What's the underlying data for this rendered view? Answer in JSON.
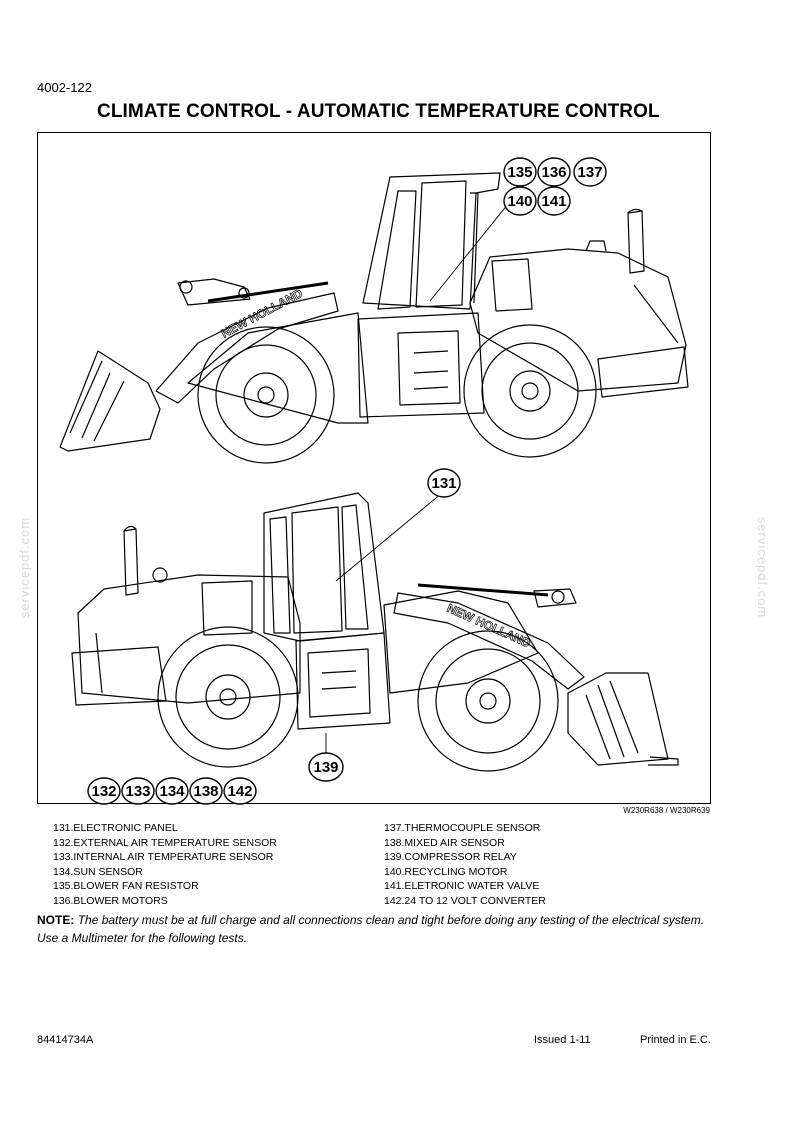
{
  "header": {
    "doc_code": "4002-122",
    "title": "CLIMATE CONTROL - AUTOMATIC TEMPERATURE CONTROL"
  },
  "figure": {
    "brand_text": "NEW HOLLAND",
    "reference": "W230R638 / W230R639",
    "callouts_top": [
      "135",
      "136",
      "137",
      "140",
      "141"
    ],
    "callout_131": "131",
    "callout_139": "139",
    "callouts_bottom": [
      "132",
      "133",
      "134",
      "138",
      "142"
    ]
  },
  "legend": {
    "left": [
      "131.ELECTRONIC PANEL",
      "132.EXTERNAL AIR TEMPERATURE SENSOR",
      "133.INTERNAL AIR TEMPERATURE SENSOR",
      "134.SUN SENSOR",
      "135.BLOWER FAN RESISTOR",
      "136.BLOWER MOTORS"
    ],
    "right": [
      "137.THERMOCOUPLE SENSOR",
      "138.MIXED AIR SENSOR",
      "139.COMPRESSOR RELAY",
      "140.RECYCLING MOTOR",
      "141.ELETRONIC WATER VALVE",
      "142.24 TO 12 VOLT CONVERTER"
    ]
  },
  "note": {
    "label": "NOTE:",
    "text": "The battery must be at full charge and all connections clean and tight before doing any testing of the electrical system. Use a Multimeter for the following tests."
  },
  "footer": {
    "part_number": "84414734A",
    "issued": "Issued  1-11",
    "printed": "Printed in E.C."
  },
  "watermark": "servicepdf.com"
}
